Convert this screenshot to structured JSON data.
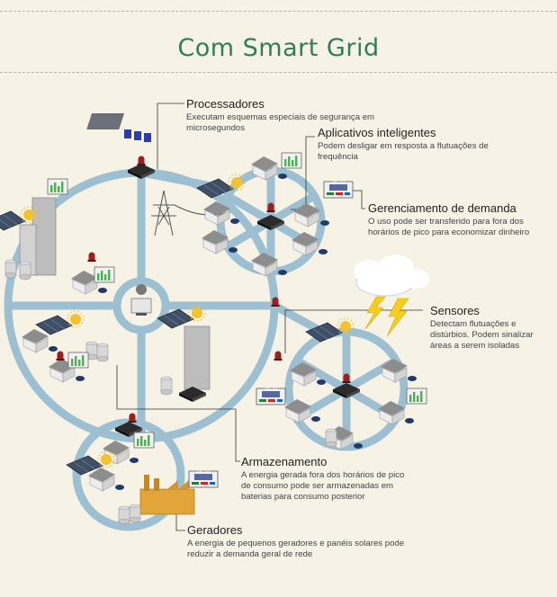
{
  "title": "Com Smart Grid",
  "colors": {
    "title": "#2e7d5b",
    "grid_line": "#9cc0d2",
    "background": "#f6f2e6"
  },
  "callouts": {
    "processadores": {
      "title": "Processadores",
      "text": "Executam esquemas especiais de segurança em microsegundos"
    },
    "aplicativos": {
      "title": "Aplicativos inteligentes",
      "text": "Podem desligar em resposta a flutuações de frequência"
    },
    "gerenciamento": {
      "title": "Gerenciamento de demanda",
      "text": "O uso pode ser transferido para fora dos horários de pico para economizar dinheiro"
    },
    "sensores": {
      "title": "Sensores",
      "text": "Detectam flutuações e distúrbios. Podem sinalizar áreas a serem isoladas"
    },
    "armazenamento": {
      "title": "Armazenamento",
      "text": "A energia gerada fora dos horários de pico de consumo pode ser armazenadas em baterias para consumo posterior"
    },
    "geradores": {
      "title": "Geradores",
      "text": "A energia de pequenos geradores e panéis solares pode reduzir a demanda geral de rede"
    }
  },
  "meter_readings": {
    "top": "18:32",
    "mid": "18:32",
    "bottom": "18:32"
  },
  "icons": [
    "processor-icon",
    "transmission-tower-icon",
    "cloud-icon",
    "lightning-icon",
    "factory-icon",
    "operator-icon",
    "solar-panel-icon",
    "smart-meter-icon",
    "sensor-icon"
  ]
}
